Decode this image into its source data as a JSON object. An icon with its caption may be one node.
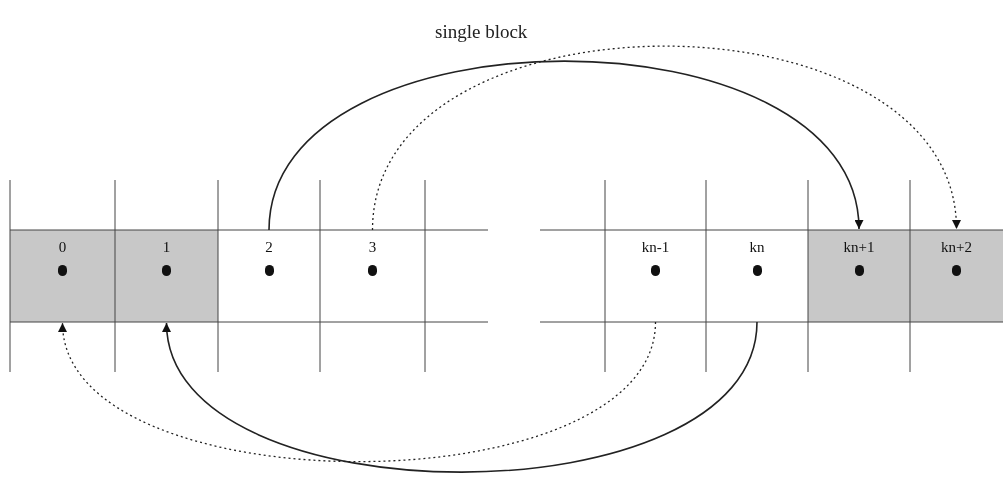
{
  "diagram": {
    "title": "single block",
    "nodes": [
      {
        "text": [
          "0"
        ]
      },
      {
        "text": [
          "1"
        ]
      },
      {
        "text": [
          "2"
        ]
      },
      {
        "text": [
          "3"
        ]
      },
      {
        "text": [
          "kn-1"
        ]
      },
      {
        "text": [
          "kn"
        ]
      },
      {
        "text": [
          "kn+1"
        ]
      },
      {
        "text": [
          "kn+2"
        ]
      }
    ],
    "edges": [
      {
        "from": 2,
        "to": 6,
        "arrow": "to"
      },
      {
        "from": 3,
        "to": 7,
        "arrow": "to",
        "style": "dashed"
      },
      {
        "from": 5,
        "to": 1,
        "arrow": "to"
      },
      {
        "from": 4,
        "to": 0,
        "arrow": "to",
        "style": "dashed"
      }
    ]
  }
}
